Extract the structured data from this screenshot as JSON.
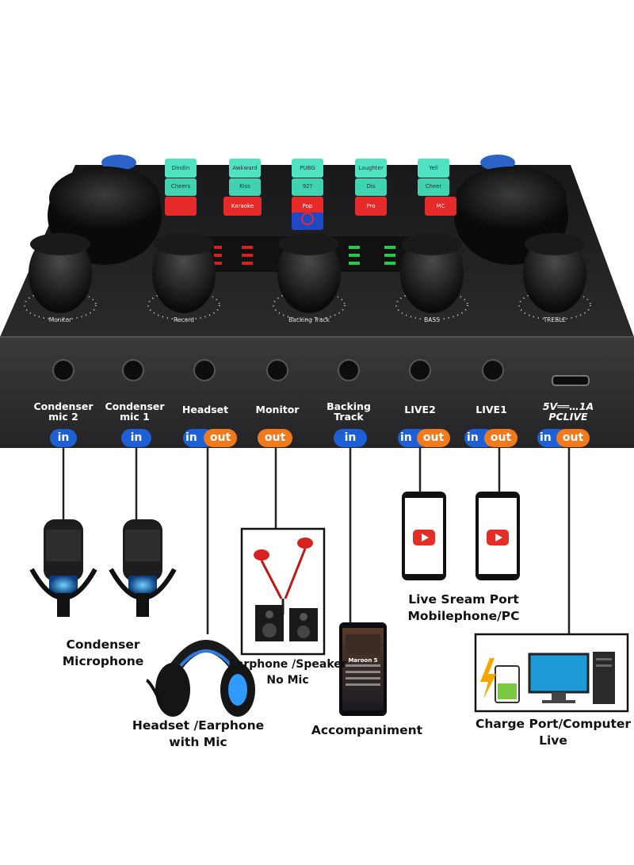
{
  "ports": [
    {
      "label": "Condenser\nmic 2",
      "tags": [
        "in"
      ]
    },
    {
      "label": "Condenser\nmic 1",
      "tags": [
        "in"
      ]
    },
    {
      "label": "Headset",
      "tags": [
        "in",
        "out"
      ]
    },
    {
      "label": "Monitor",
      "tags": [
        "out"
      ]
    },
    {
      "label": "Backing\nTrack",
      "tags": [
        "in"
      ]
    },
    {
      "label": "LIVE2",
      "tags": [
        "in",
        "out"
      ]
    },
    {
      "label": "LIVE1",
      "tags": [
        "in",
        "out"
      ]
    },
    {
      "label": "5V══…1A\nPCLIVE",
      "tags": [
        "in",
        "out"
      ]
    }
  ],
  "top_buttons": {
    "row1": [
      "Dindin",
      "Awkward",
      "PUBG",
      "Laughter",
      "Yell"
    ],
    "row2": [
      "Cheers",
      "Kiss",
      "92?",
      "Dis",
      "Cheer"
    ],
    "row3": [
      "Karaoke",
      "Pop",
      "Pro",
      "MC"
    ]
  },
  "knob_labels": [
    "Monitor",
    "Record",
    "Backing Track",
    "BASS",
    "TREBLE"
  ],
  "captions": {
    "condenser": "Condenser Microphone",
    "headset_1": "Headset /Earphone",
    "headset_2": "with Mic",
    "earphone_1": "Earphone /Speaker",
    "earphone_2": "No Mic",
    "accompaniment": "Accompaniment",
    "live_1": "Live Sream Port",
    "live_2": "Mobilephone/PC",
    "charge_1": "Charge Port/Computer",
    "charge_2": "Live"
  },
  "phone_screen": {
    "title": "Maroon 5"
  },
  "colors": {
    "device": "#2b2b2d",
    "in_tag": "#1d5fd6",
    "out_tag": "#f07a1d",
    "button_teal": "#4fe3c1",
    "button_red": "#e62a2a",
    "youtube_red": "#e52d27"
  }
}
